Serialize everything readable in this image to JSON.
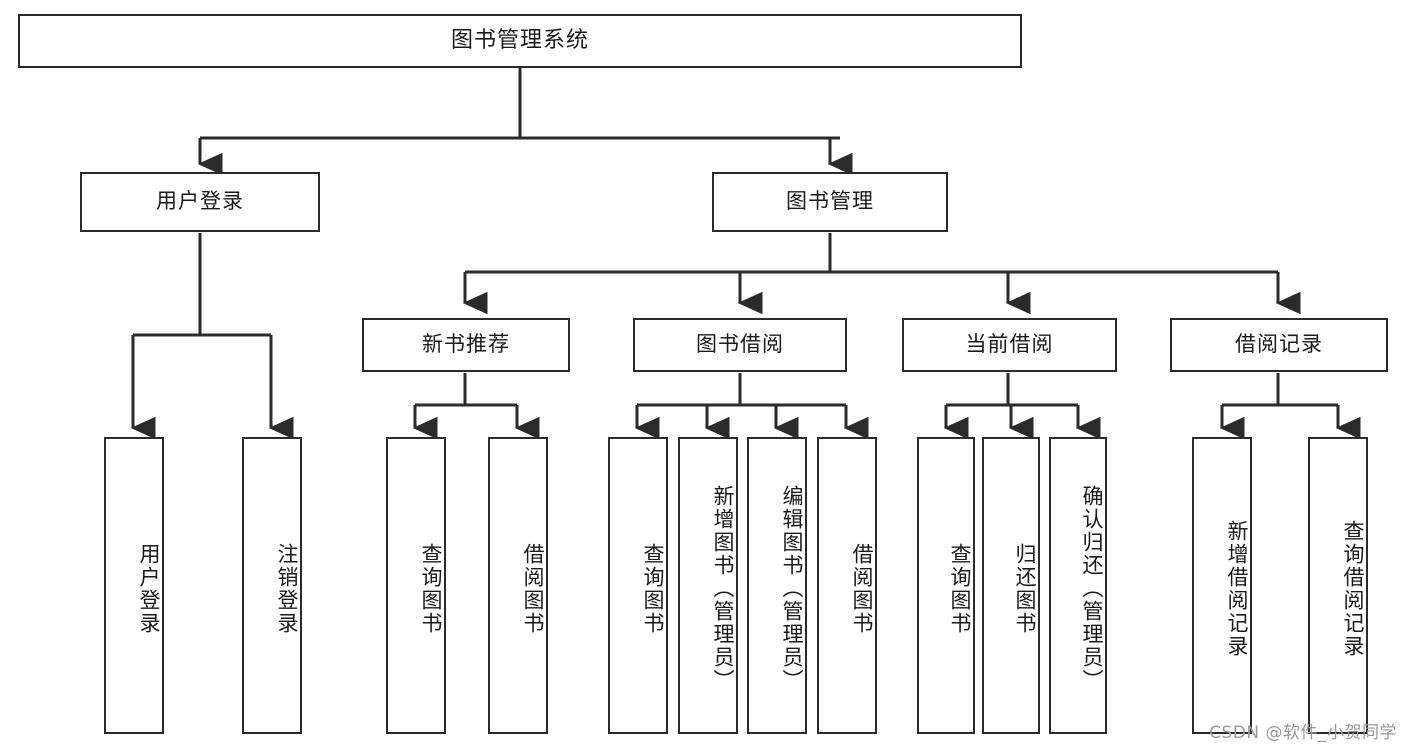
{
  "diagram": {
    "title": "图书管理系统",
    "type": "hierarchy-tree",
    "watermark": "CSDN @软件_小贺同学",
    "colors": {
      "node_border": "#2b2b2b",
      "node_fill": "#ffffff",
      "connector": "#2b2b2b",
      "text": "#1a1a1a",
      "watermark": "#9a9a9a",
      "background": "#ffffff"
    },
    "root": {
      "label": "图书管理系统"
    },
    "level1": [
      {
        "label": "用户登录"
      },
      {
        "label": "图书管理"
      }
    ],
    "level2": [
      {
        "label": "新书推荐"
      },
      {
        "label": "图书借阅"
      },
      {
        "label": "当前借阅"
      },
      {
        "label": "借阅记录"
      }
    ],
    "leaves": {
      "user_login": [
        {
          "label": "用户登录"
        },
        {
          "label": "注销登录"
        }
      ],
      "new_book": [
        {
          "label": "查询图书"
        },
        {
          "label": "借阅图书"
        }
      ],
      "book_borrow": [
        {
          "label": "查询图书"
        },
        {
          "label": "新增图书（管理员）"
        },
        {
          "label": "编辑图书（管理员）"
        },
        {
          "label": "借阅图书"
        }
      ],
      "current_borrow": [
        {
          "label": "查询图书"
        },
        {
          "label": "归还图书"
        },
        {
          "label": "确认归还（管理员）"
        }
      ],
      "borrow_record": [
        {
          "label": "新增借阅记录"
        },
        {
          "label": "查询借阅记录"
        }
      ]
    }
  }
}
